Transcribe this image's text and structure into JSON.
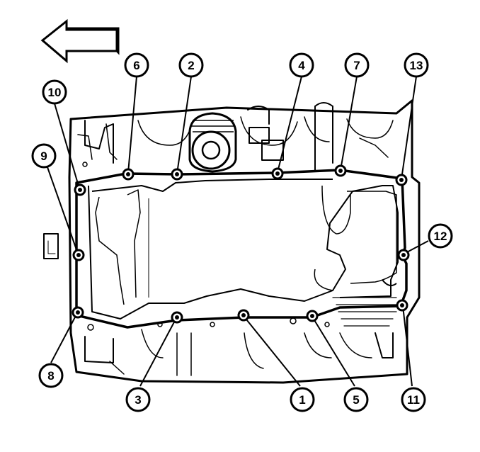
{
  "diagram": {
    "callouts": [
      {
        "id": "6",
        "label": "6"
      },
      {
        "id": "2",
        "label": "2"
      },
      {
        "id": "4",
        "label": "4"
      },
      {
        "id": "7",
        "label": "7"
      },
      {
        "id": "13",
        "label": "13"
      },
      {
        "id": "10",
        "label": "10"
      },
      {
        "id": "9",
        "label": "9"
      },
      {
        "id": "12",
        "label": "12"
      },
      {
        "id": "8",
        "label": "8"
      },
      {
        "id": "3",
        "label": "3"
      },
      {
        "id": "1",
        "label": "1"
      },
      {
        "id": "5",
        "label": "5"
      },
      {
        "id": "11",
        "label": "11"
      }
    ],
    "arrow_direction": "left"
  }
}
